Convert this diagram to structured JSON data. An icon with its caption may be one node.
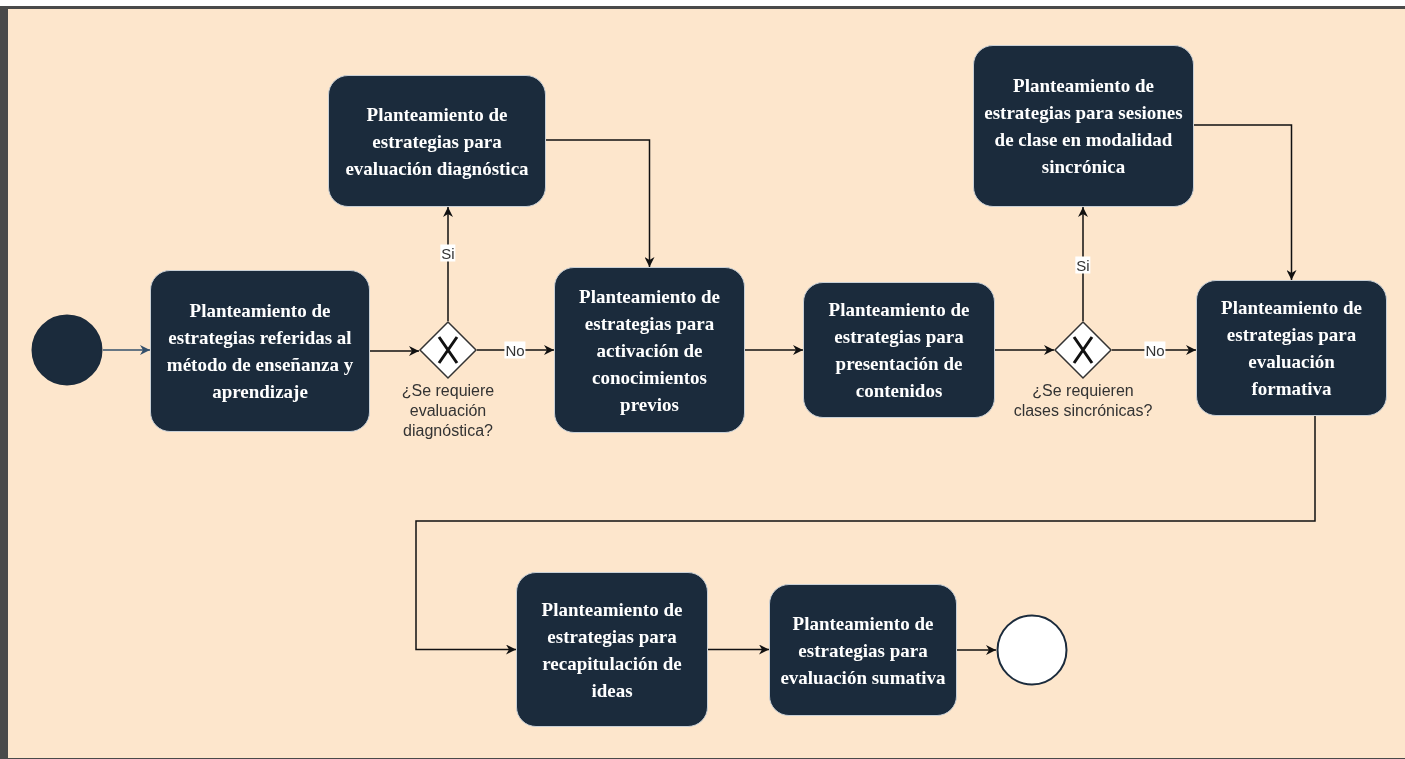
{
  "diagram": {
    "nodes": [
      {
        "text": [],
        "shape": "circle"
      },
      {
        "text": [
          "Planteamiento de estrategias referidas al método de enseñanza y aprendizaje"
        ]
      },
      {
        "text": [],
        "shape": "diamond",
        "beside": [
          "¿Se requiere evaluación diagnóstica?"
        ]
      },
      {
        "text": [
          "Planteamiento de estrategias para evaluación diagnóstica"
        ]
      },
      {
        "text": [
          "Planteamiento de estrategias para activación de conocimientos previos"
        ]
      },
      {
        "text": [
          "Planteamiento de estrategias para presentación de contenidos"
        ]
      },
      {
        "text": [],
        "shape": "diamond",
        "beside": [
          "¿Se requieren clases sincrónicas?"
        ]
      },
      {
        "text": [
          "Planteamiento de estrategias para sesiones de clase en modalidad sincrónica"
        ]
      },
      {
        "text": [
          "Planteamiento de estrategias para evaluación formativa"
        ]
      },
      {
        "text": [
          "Planteamiento de estrategias para recapitulación de ideas"
        ]
      },
      {
        "text": [
          "Planteamiento de estrategias para evaluación sumativa"
        ]
      },
      {
        "text": [],
        "shape": "circle"
      }
    ],
    "edges": [
      {
        "from": 0,
        "to": 1,
        "arrow": "to",
        "color": "#34506b"
      },
      {
        "from": 1,
        "to": 2,
        "arrow": "to"
      },
      {
        "from": 2,
        "to": 3,
        "arrow": "to",
        "label": "Si"
      },
      {
        "from": 2,
        "to": 4,
        "arrow": "to",
        "label": "No"
      },
      {
        "from": 3,
        "to": 4,
        "arrow": "to"
      },
      {
        "from": 4,
        "to": 5,
        "arrow": "to"
      },
      {
        "from": 5,
        "to": 6,
        "arrow": "to"
      },
      {
        "from": 6,
        "to": 7,
        "arrow": "to",
        "label": "Si"
      },
      {
        "from": 6,
        "to": 8,
        "arrow": "to",
        "label": "No"
      },
      {
        "from": 7,
        "to": 8,
        "arrow": "to"
      },
      {
        "from": 8,
        "to": 9,
        "arrow": "to"
      },
      {
        "from": 9,
        "to": 10,
        "arrow": "to"
      },
      {
        "from": 10,
        "to": 11,
        "arrow": "to"
      }
    ]
  }
}
